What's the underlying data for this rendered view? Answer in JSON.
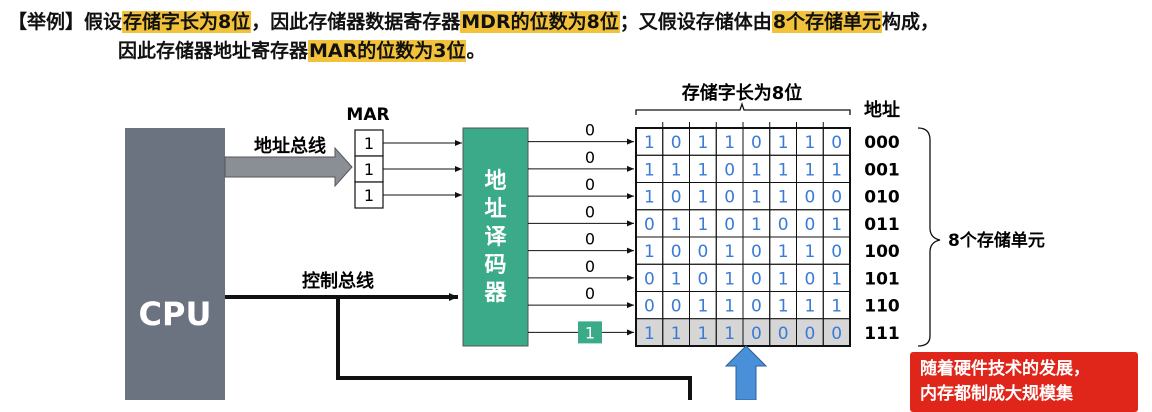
{
  "intro": {
    "line1": [
      {
        "text": "【举例】假设",
        "hl": false
      },
      {
        "text": "存储字长为8位",
        "hl": true
      },
      {
        "text": "，因此存储器数据寄存器",
        "hl": false
      },
      {
        "text": "MDR的位数为8位",
        "hl": true
      },
      {
        "text": "；又假设存储体由",
        "hl": false
      },
      {
        "text": "8个存储单元",
        "hl": true
      },
      {
        "text": "构成，",
        "hl": false
      }
    ],
    "line2": [
      {
        "text": "因此存储器地址寄存器",
        "hl": false
      },
      {
        "text": "MAR的位数为3位",
        "hl": true
      },
      {
        "text": "。",
        "hl": false
      }
    ]
  },
  "diagram": {
    "cpu_label": "CPU",
    "address_bus_label": "地址总线",
    "control_bus_label": "控制总线",
    "mar_label": "MAR",
    "mar_bits": [
      "1",
      "1",
      "1"
    ],
    "decoder_label": [
      "地",
      "址",
      "译",
      "码",
      "器"
    ],
    "word_length_label": "存储字长为8位",
    "address_header": "地址",
    "decoder_outputs": [
      "0",
      "0",
      "0",
      "0",
      "0",
      "0",
      "0",
      "1"
    ],
    "addresses": [
      "000",
      "001",
      "010",
      "011",
      "100",
      "101",
      "110",
      "111"
    ],
    "units_label": "8个存储单元",
    "selected_row": 7,
    "rows": [
      [
        "1",
        "0",
        "1",
        "1",
        "0",
        "1",
        "1",
        "0"
      ],
      [
        "1",
        "1",
        "1",
        "0",
        "1",
        "1",
        "1",
        "1"
      ],
      [
        "1",
        "0",
        "1",
        "0",
        "1",
        "1",
        "0",
        "0"
      ],
      [
        "0",
        "1",
        "1",
        "0",
        "1",
        "0",
        "0",
        "1"
      ],
      [
        "1",
        "0",
        "0",
        "1",
        "0",
        "1",
        "1",
        "0"
      ],
      [
        "0",
        "1",
        "0",
        "1",
        "0",
        "1",
        "0",
        "1"
      ],
      [
        "0",
        "0",
        "1",
        "1",
        "0",
        "1",
        "1",
        "1"
      ],
      [
        "1",
        "1",
        "1",
        "1",
        "0",
        "0",
        "0",
        "0"
      ]
    ]
  },
  "note": {
    "line1": "随着硬件技术的发展，",
    "line2": "内存都制成大规模集"
  },
  "colors": {
    "highlight": "#f2c23a",
    "cpu": "#6b7280",
    "decoder": "#3aaa88",
    "bit_text": "#3a7bd5",
    "selected_row": "#d6d6d6",
    "note_box": "#e0261b",
    "blue_arrow": "#4a90d9"
  }
}
